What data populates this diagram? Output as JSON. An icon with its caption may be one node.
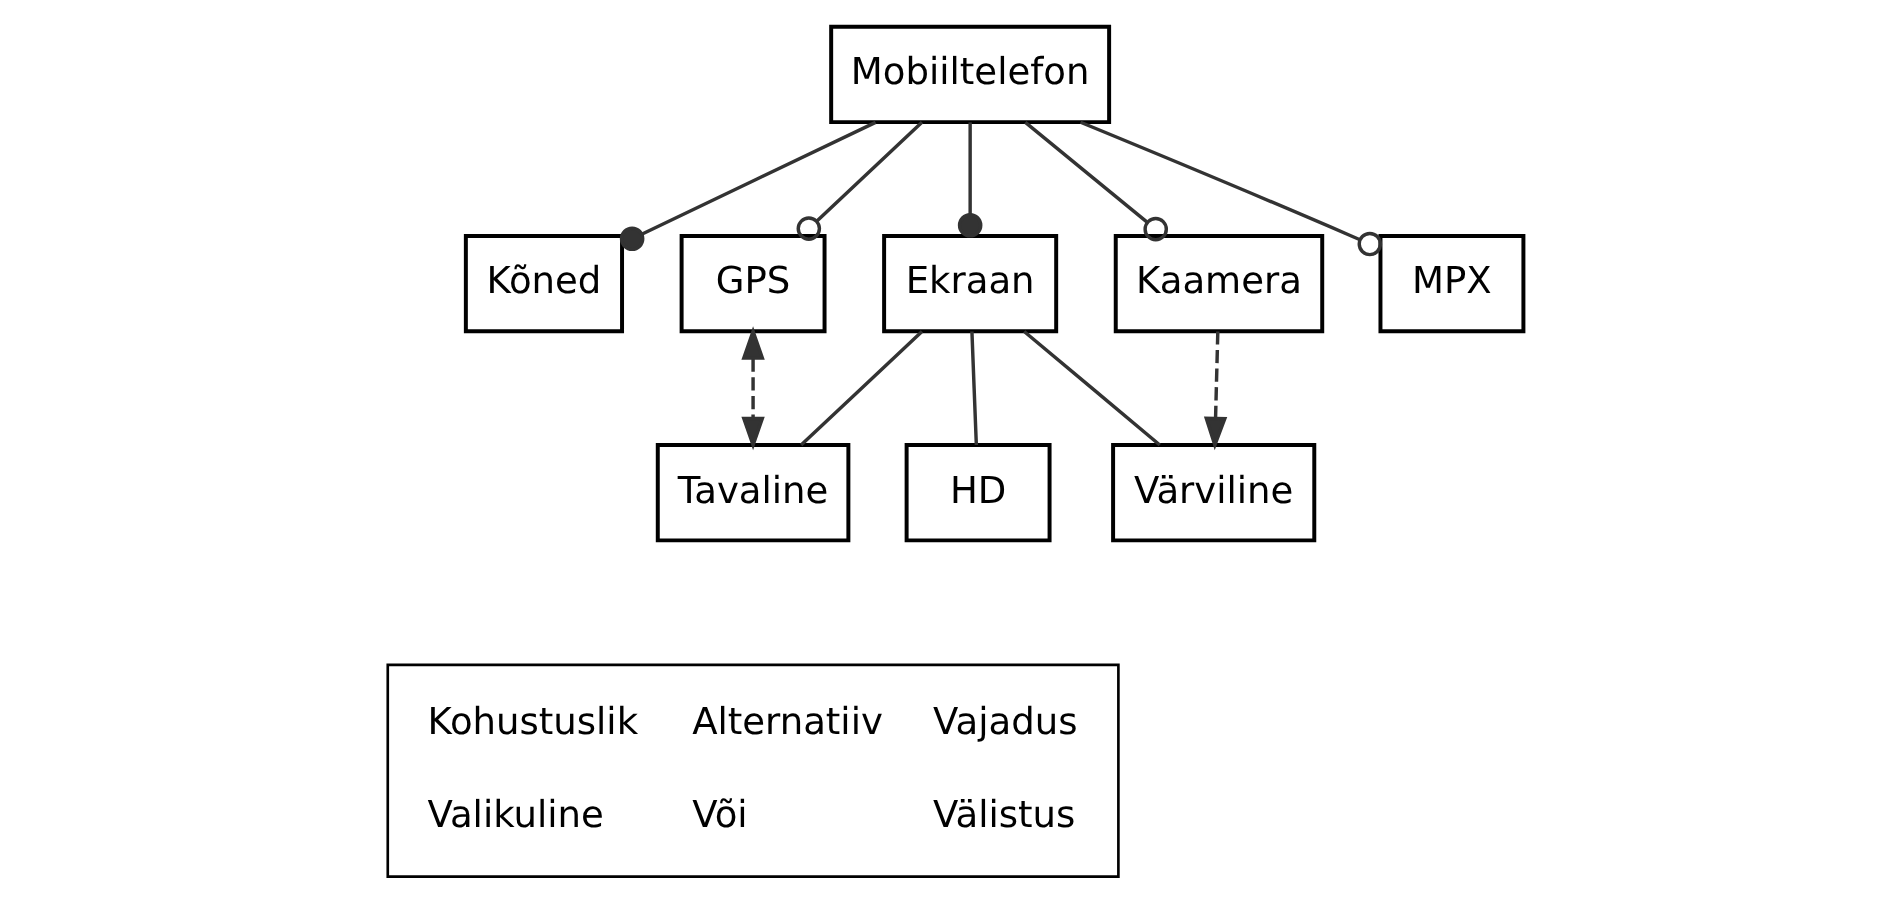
{
  "diagram": {
    "nodes": [
      {
        "text": [
          "Mobiiltelefon"
        ]
      },
      {
        "text": [
          "Kõned"
        ]
      },
      {
        "text": [
          "GPS"
        ]
      },
      {
        "text": [
          "Ekraan"
        ]
      },
      {
        "text": [
          "Tavaline"
        ]
      },
      {
        "text": [
          "HD"
        ]
      },
      {
        "text": [
          "Värviline"
        ]
      },
      {
        "text": [
          "Kaamera"
        ]
      },
      {
        "text": [
          "MPX"
        ]
      }
    ],
    "edges": [
      {
        "from": 0,
        "to": 1,
        "arrow": "other"
      },
      {
        "from": 0,
        "to": 2,
        "arrow": "other"
      },
      {
        "from": 0,
        "to": 3,
        "arrow": "other"
      },
      {
        "from": 0,
        "to": 7,
        "arrow": "other"
      },
      {
        "from": 0,
        "to": 8,
        "arrow": "other"
      },
      {
        "from": 3,
        "to": 4,
        "arrow": "none"
      },
      {
        "from": 3,
        "to": 5,
        "arrow": "none"
      },
      {
        "from": 3,
        "to": 6,
        "arrow": "none"
      },
      {
        "from": 2,
        "to": 4,
        "arrow": "both",
        "style": "dashed"
      },
      {
        "from": 7,
        "to": 6,
        "arrow": "to",
        "style": "dashed"
      }
    ],
    "legend": [
      {
        "text": "Kohustuslik"
      },
      {
        "text": "Alternatiiv"
      },
      {
        "text": "Vajadus"
      },
      {
        "text": "Valikuline"
      },
      {
        "text": "Või"
      },
      {
        "text": "Välistus"
      }
    ]
  }
}
